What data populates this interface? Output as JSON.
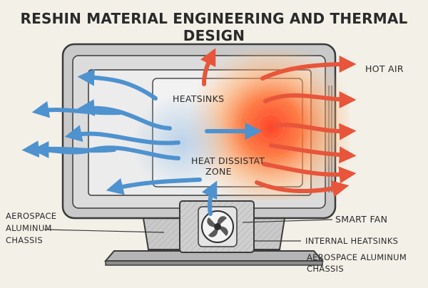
{
  "title": "RESHIN MATERIAL ENGINEERING AND THERMAL DESIGN",
  "labels": {
    "heatsinks": "HEATSINKS",
    "heat_zone_line1": "HEAT DISSISTAT",
    "heat_zone_line2": "ZONE",
    "hot_air": "HOT AIR",
    "smart_fan": "SMART FAN",
    "internal_heatsinks": "INTERNAL HEATSINKS",
    "chassis_left_line1": "AEROSPACE",
    "chassis_left_line2": "ALUMINUM",
    "chassis_left_line3": "CHASSIS",
    "chassis_right_line1": "AEROSPACE ALUMINUM",
    "chassis_right_line2": "CHASSIS"
  },
  "colors": {
    "cool_air": "#4e92cf",
    "hot_air": "#e8553a",
    "chassis": "#c9c9c9",
    "outline": "#3a3a3a",
    "background": "#f3f0e8"
  },
  "icons": [
    "fan-icon",
    "cool-airflow-arrow",
    "hot-airflow-arrow"
  ]
}
